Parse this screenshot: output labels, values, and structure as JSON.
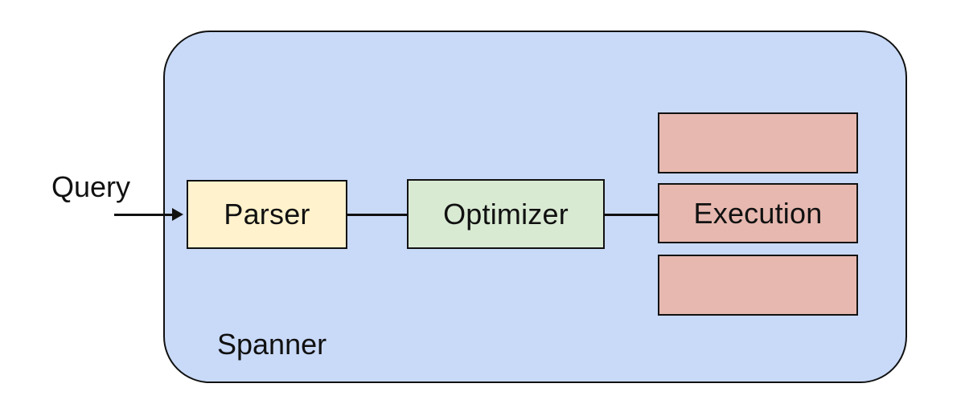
{
  "diagram": {
    "type": "block-diagram",
    "container": {
      "label": "Spanner"
    },
    "input_label": "Query",
    "nodes": [
      {
        "id": "parser",
        "label": "Parser",
        "fill": "#fff2cc"
      },
      {
        "id": "optimizer",
        "label": "Optimizer",
        "fill": "#d9ead3"
      },
      {
        "id": "execution",
        "label": "Execution",
        "fill": "#e6b8af"
      },
      {
        "id": "execution-top",
        "label": "",
        "fill": "#e6b8af"
      },
      {
        "id": "execution-bottom",
        "label": "",
        "fill": "#e6b8af"
      }
    ],
    "edges": [
      {
        "from": "Query",
        "to": "Parser",
        "style": "arrow"
      },
      {
        "from": "Parser",
        "to": "Optimizer",
        "style": "line"
      },
      {
        "from": "Optimizer",
        "to": "Execution",
        "style": "line"
      }
    ]
  },
  "colors": {
    "container-fill": "#c9daf8",
    "parser-fill": "#fff2cc",
    "optimizer-fill": "#d9ead3",
    "execution-fill": "#e6b8af",
    "stroke": "#111111",
    "text": "#111111",
    "page-bg": "#ffffff"
  }
}
